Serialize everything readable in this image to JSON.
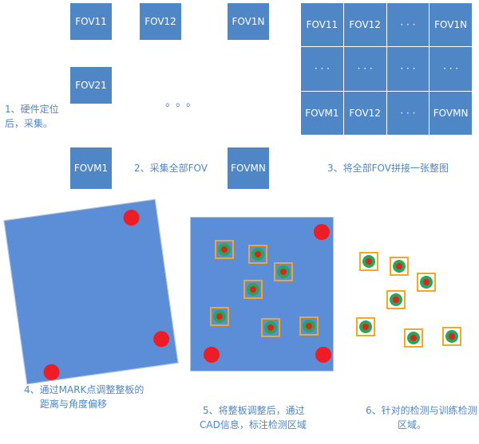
{
  "fov_tiles": {
    "fov11": "FOV11",
    "fov12": "FOV12",
    "fov1n": "FOV1N",
    "fov21": "FOV21",
    "fovm1": "FOVM1",
    "fovmn": "FOVMN",
    "ellipsis": "。。。"
  },
  "stitched_grid": {
    "cells": [
      "FOV11",
      "FOV12",
      "· · ·",
      "FOV1N",
      "· · ·",
      "· · ·",
      "· · ·",
      "· · ·",
      "FOVM1",
      "FOV12",
      "· · ·",
      "FOVMN"
    ]
  },
  "captions": {
    "step1_line1": "1、硬件定位",
    "step1_line2": "后，采集。",
    "step2": "2、采集全部FOV",
    "step3": "3、将全部FOV拼接一张整图",
    "step4_line1": "4、通过MARK点调整整板的",
    "step4_line2": "距离与角度偏移",
    "step5_line1": "5、将整板调整后，通过",
    "step5_line2": "CAD信息，标注检测区域",
    "step6_line1": "6、针对的检测与训练检测",
    "step6_line2": "区域。"
  },
  "colors": {
    "fov_blue": "#4f86c6",
    "board_blue": "#5b8ed6",
    "mark_red": "#ee1c25",
    "component_green": "#26a65b",
    "component_core": "#d9261c",
    "roi_orange": "#f5a623"
  }
}
